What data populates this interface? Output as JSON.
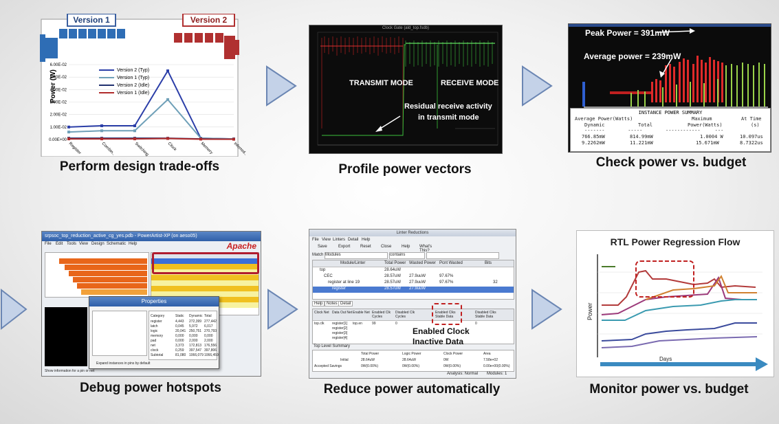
{
  "captions": {
    "p1": "Perform design trade-offs",
    "p2": "Profile power vectors",
    "p3": "Check power vs. budget",
    "p4": "Debug power hotspots",
    "p5": "Reduce power automatically",
    "p6": "Monitor power vs. budget"
  },
  "panel1": {
    "version1_label": "Version 1",
    "version2_label": "Version 2",
    "ylabel": "Power (W)",
    "yticks": [
      "0.00E+00",
      "1.00E-02",
      "2.00E-02",
      "3.00E-02",
      "4.00E-02",
      "5.00E-02",
      "6.00E-02"
    ],
    "legend": [
      "Version 2 (Typ)",
      "Version 1 (Typ)",
      "Version 2 (Idle)",
      "Version 1 (Idle)"
    ],
    "chart_data": {
      "type": "line",
      "categories": [
        "Register",
        "Combin..",
        "Switching",
        "Clock",
        "Memory",
        "Inferred.."
      ],
      "ylabel": "Power (W)",
      "ylim": [
        0,
        0.06
      ],
      "series": [
        {
          "name": "Version 2 (Typ)",
          "values": [
            0.01,
            0.011,
            0.011,
            0.055,
            0.001,
            0.0005
          ],
          "color": "#2b3ea8"
        },
        {
          "name": "Version 1 (Typ)",
          "values": [
            0.006,
            0.007,
            0.007,
            0.032,
            0.001,
            0.0005
          ],
          "color": "#6fa0b8"
        },
        {
          "name": "Version 2 (Idle)",
          "values": [
            0.001,
            0.001,
            0.001,
            0.001,
            0.0005,
            0.0003
          ],
          "color": "#1f2f6e"
        },
        {
          "name": "Version 1 (Idle)",
          "values": [
            0.0005,
            0.0005,
            0.0005,
            0.0008,
            0.0003,
            0.0002
          ],
          "color": "#b02a2a"
        }
      ]
    }
  },
  "panel2": {
    "title": "Clock Gate (ald_top.fsdb)",
    "transmit": "TRANSMIT MODE",
    "receive": "RECEIVE MODE",
    "residual_line1": "Residual receive activity",
    "residual_line2": "in transmit mode"
  },
  "panel3": {
    "peak": "Peak Power = 391mW",
    "average": "Average power = 239mW",
    "summary_title": "INSTANCE POWER SUMMARY",
    "header1": [
      "Average Power(Watts)",
      "Maximum",
      "At Time"
    ],
    "header2": [
      "Dynamic",
      "Total",
      "Power(Watts)",
      "(s)"
    ],
    "rows": [
      [
        "766.85mW",
        "814.99mW",
        "1.0004 W",
        "10.097us"
      ],
      [
        "9.2262mW",
        "11.221mW",
        "15.671mW",
        "8.7322us"
      ]
    ]
  },
  "panel4": {
    "title": "srpsoc_top_reduction_active_cg_yes.pdb - PowerArtist-XP (on aeso05)",
    "brand": "Apache",
    "menu": [
      "File",
      "Edit",
      "Tools",
      "View",
      "Design",
      "Schematic",
      "Help"
    ],
    "props_title": "Properties",
    "props_cols": [
      "Category",
      "Static",
      "Dynamic",
      "Total"
    ],
    "props_rows": [
      [
        "register",
        "4,443",
        "272,399",
        "277,442"
      ],
      [
        "latch",
        "0,045",
        "5,972",
        "6,017"
      ],
      [
        "logic",
        "20,041",
        "250,751",
        "270,793"
      ],
      [
        "memory",
        "0,000",
        "0,000",
        "0,000"
      ],
      [
        "pad",
        "0,000",
        "2,000",
        "2,000"
      ],
      [
        "net",
        "3,373",
        "172,813",
        "176,556"
      ],
      [
        "clock",
        "0,259",
        "397,547",
        "397,806"
      ],
      [
        "Subtotal",
        "81,080",
        "1066,079",
        "1066,459"
      ]
    ],
    "expand_text": "Expand instances in pins by default",
    "status": "Show information for a pin or net"
  },
  "panel5": {
    "title": "Linter Reductions",
    "menu": [
      "File",
      "View",
      "Linters",
      "Detail",
      "Help"
    ],
    "toolbar": [
      "Save",
      "Export",
      "Reset",
      "Close",
      "Help",
      "What's This?"
    ],
    "match_label": "Match",
    "match_value": "Modules",
    "contains": "contains",
    "cols": [
      "Module/Linter",
      "Total Power",
      "Wasted Power",
      "Pcnt Wasted",
      "Bits"
    ],
    "rows": [
      [
        "top",
        "28.64uW",
        "",
        "",
        ""
      ],
      [
        "CEC",
        "28.57uW",
        "27.9uuW",
        "97.67%",
        ""
      ],
      [
        "register at line 19",
        "28.57uW",
        "27.9uuW",
        "97.67%",
        "32"
      ],
      [
        "register",
        "28.57uW",
        "27.9uuW",
        "",
        ""
      ]
    ],
    "tabs": [
      "Help",
      "Notes",
      "Detail"
    ],
    "detail_cols": [
      "Clock Net",
      "Data Out Net",
      "Enable Net",
      "Enabled Clk Cycles",
      "Disabled Clk Cycles",
      "Enabled Clks Stable Data",
      "Disabled Clks Stable Data"
    ],
    "detail_rows": [
      [
        "top.clk",
        "register[1]",
        "top.en",
        "99",
        "0",
        "",
        "0"
      ],
      [
        "",
        "register[2]",
        "",
        "",
        "",
        "",
        ""
      ],
      [
        "",
        "register[3]",
        "",
        "",
        "",
        "",
        ""
      ],
      [
        "",
        "register[4]",
        "",
        "",
        "",
        "",
        ""
      ]
    ],
    "annot_line1": "Enabled Clock",
    "annot_line2": "Inactive Data",
    "summary_label": "Top Level Summary",
    "summary_cols": [
      "",
      "Total Power",
      "Logic Power",
      "Clock Power",
      "Area"
    ],
    "summary_rows": [
      [
        "Initial",
        "28.64uW",
        "28.64uW",
        "0W",
        "7.58e+02"
      ],
      [
        "Accepted Savings",
        "0W(0.00%)",
        "0W(0.00%)",
        "0W(0.00%)",
        "0.00e+00(0.00%)"
      ]
    ],
    "status": "Analysis: Normal",
    "status_right": "Modules: 1"
  },
  "panel6": {
    "title": "RTL Power Regression Flow",
    "ylabel": "Power",
    "xlabel": "Days"
  }
}
